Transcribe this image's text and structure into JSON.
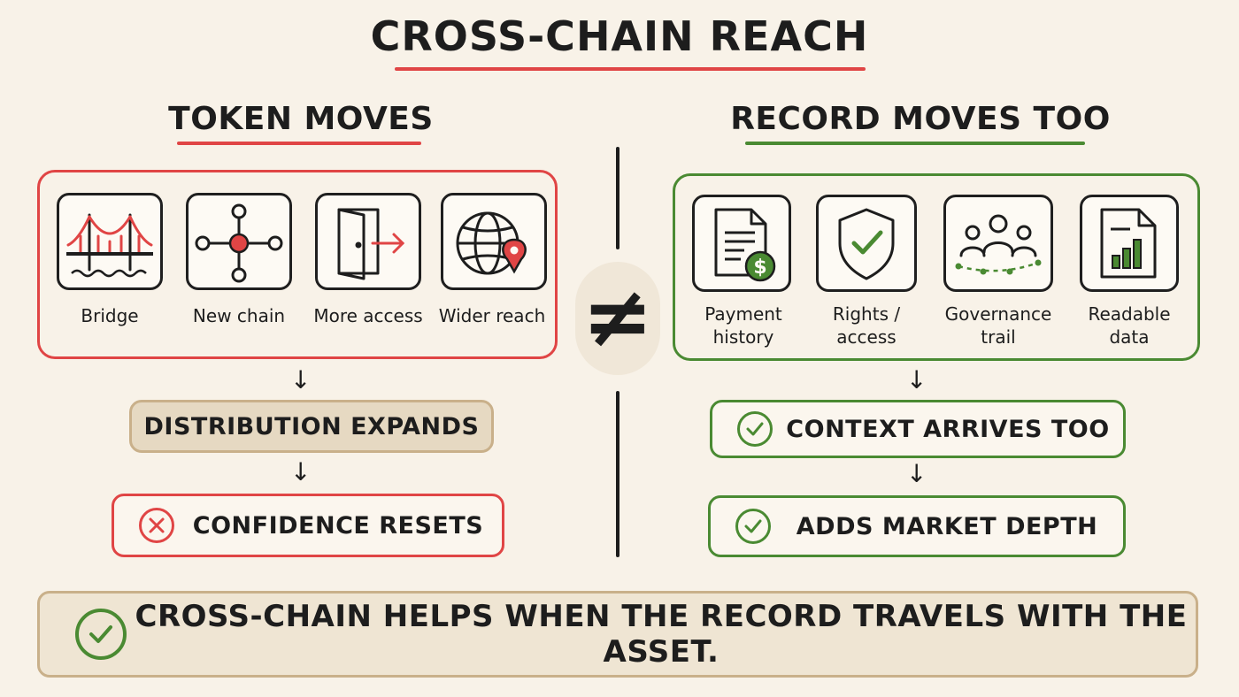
{
  "title": "CROSS-CHAIN REACH",
  "colors": {
    "red": "#e04545",
    "green": "#4a8a32",
    "tan": "#c9b08a",
    "ink": "#1d1d1d",
    "bg": "#f8f2e8"
  },
  "left": {
    "heading": "TOKEN MOVES",
    "tiles": [
      {
        "icon": "bridge-icon",
        "label": "Bridge"
      },
      {
        "icon": "network-node-icon",
        "label": "New chain"
      },
      {
        "icon": "door-arrow-icon",
        "label": "More access"
      },
      {
        "icon": "globe-pin-icon",
        "label": "Wider reach"
      }
    ],
    "step1": "DISTRIBUTION EXPANDS",
    "step2": "CONFIDENCE RESETS"
  },
  "divider_symbol": "≠",
  "right": {
    "heading": "RECORD MOVES TOO",
    "tiles": [
      {
        "icon": "payment-document-icon",
        "label_line1": "Payment",
        "label_line2": "history"
      },
      {
        "icon": "shield-check-icon",
        "label_line1": "Rights /",
        "label_line2": "access"
      },
      {
        "icon": "people-trail-icon",
        "label_line1": "Governance",
        "label_line2": "trail"
      },
      {
        "icon": "data-chart-document-icon",
        "label_line1": "Readable",
        "label_line2": "data"
      }
    ],
    "step1": "CONTEXT ARRIVES TOO",
    "step2": "ADDS MARKET DEPTH"
  },
  "footer": "CROSS-CHAIN HELPS WHEN THE RECORD TRAVELS WITH THE ASSET."
}
